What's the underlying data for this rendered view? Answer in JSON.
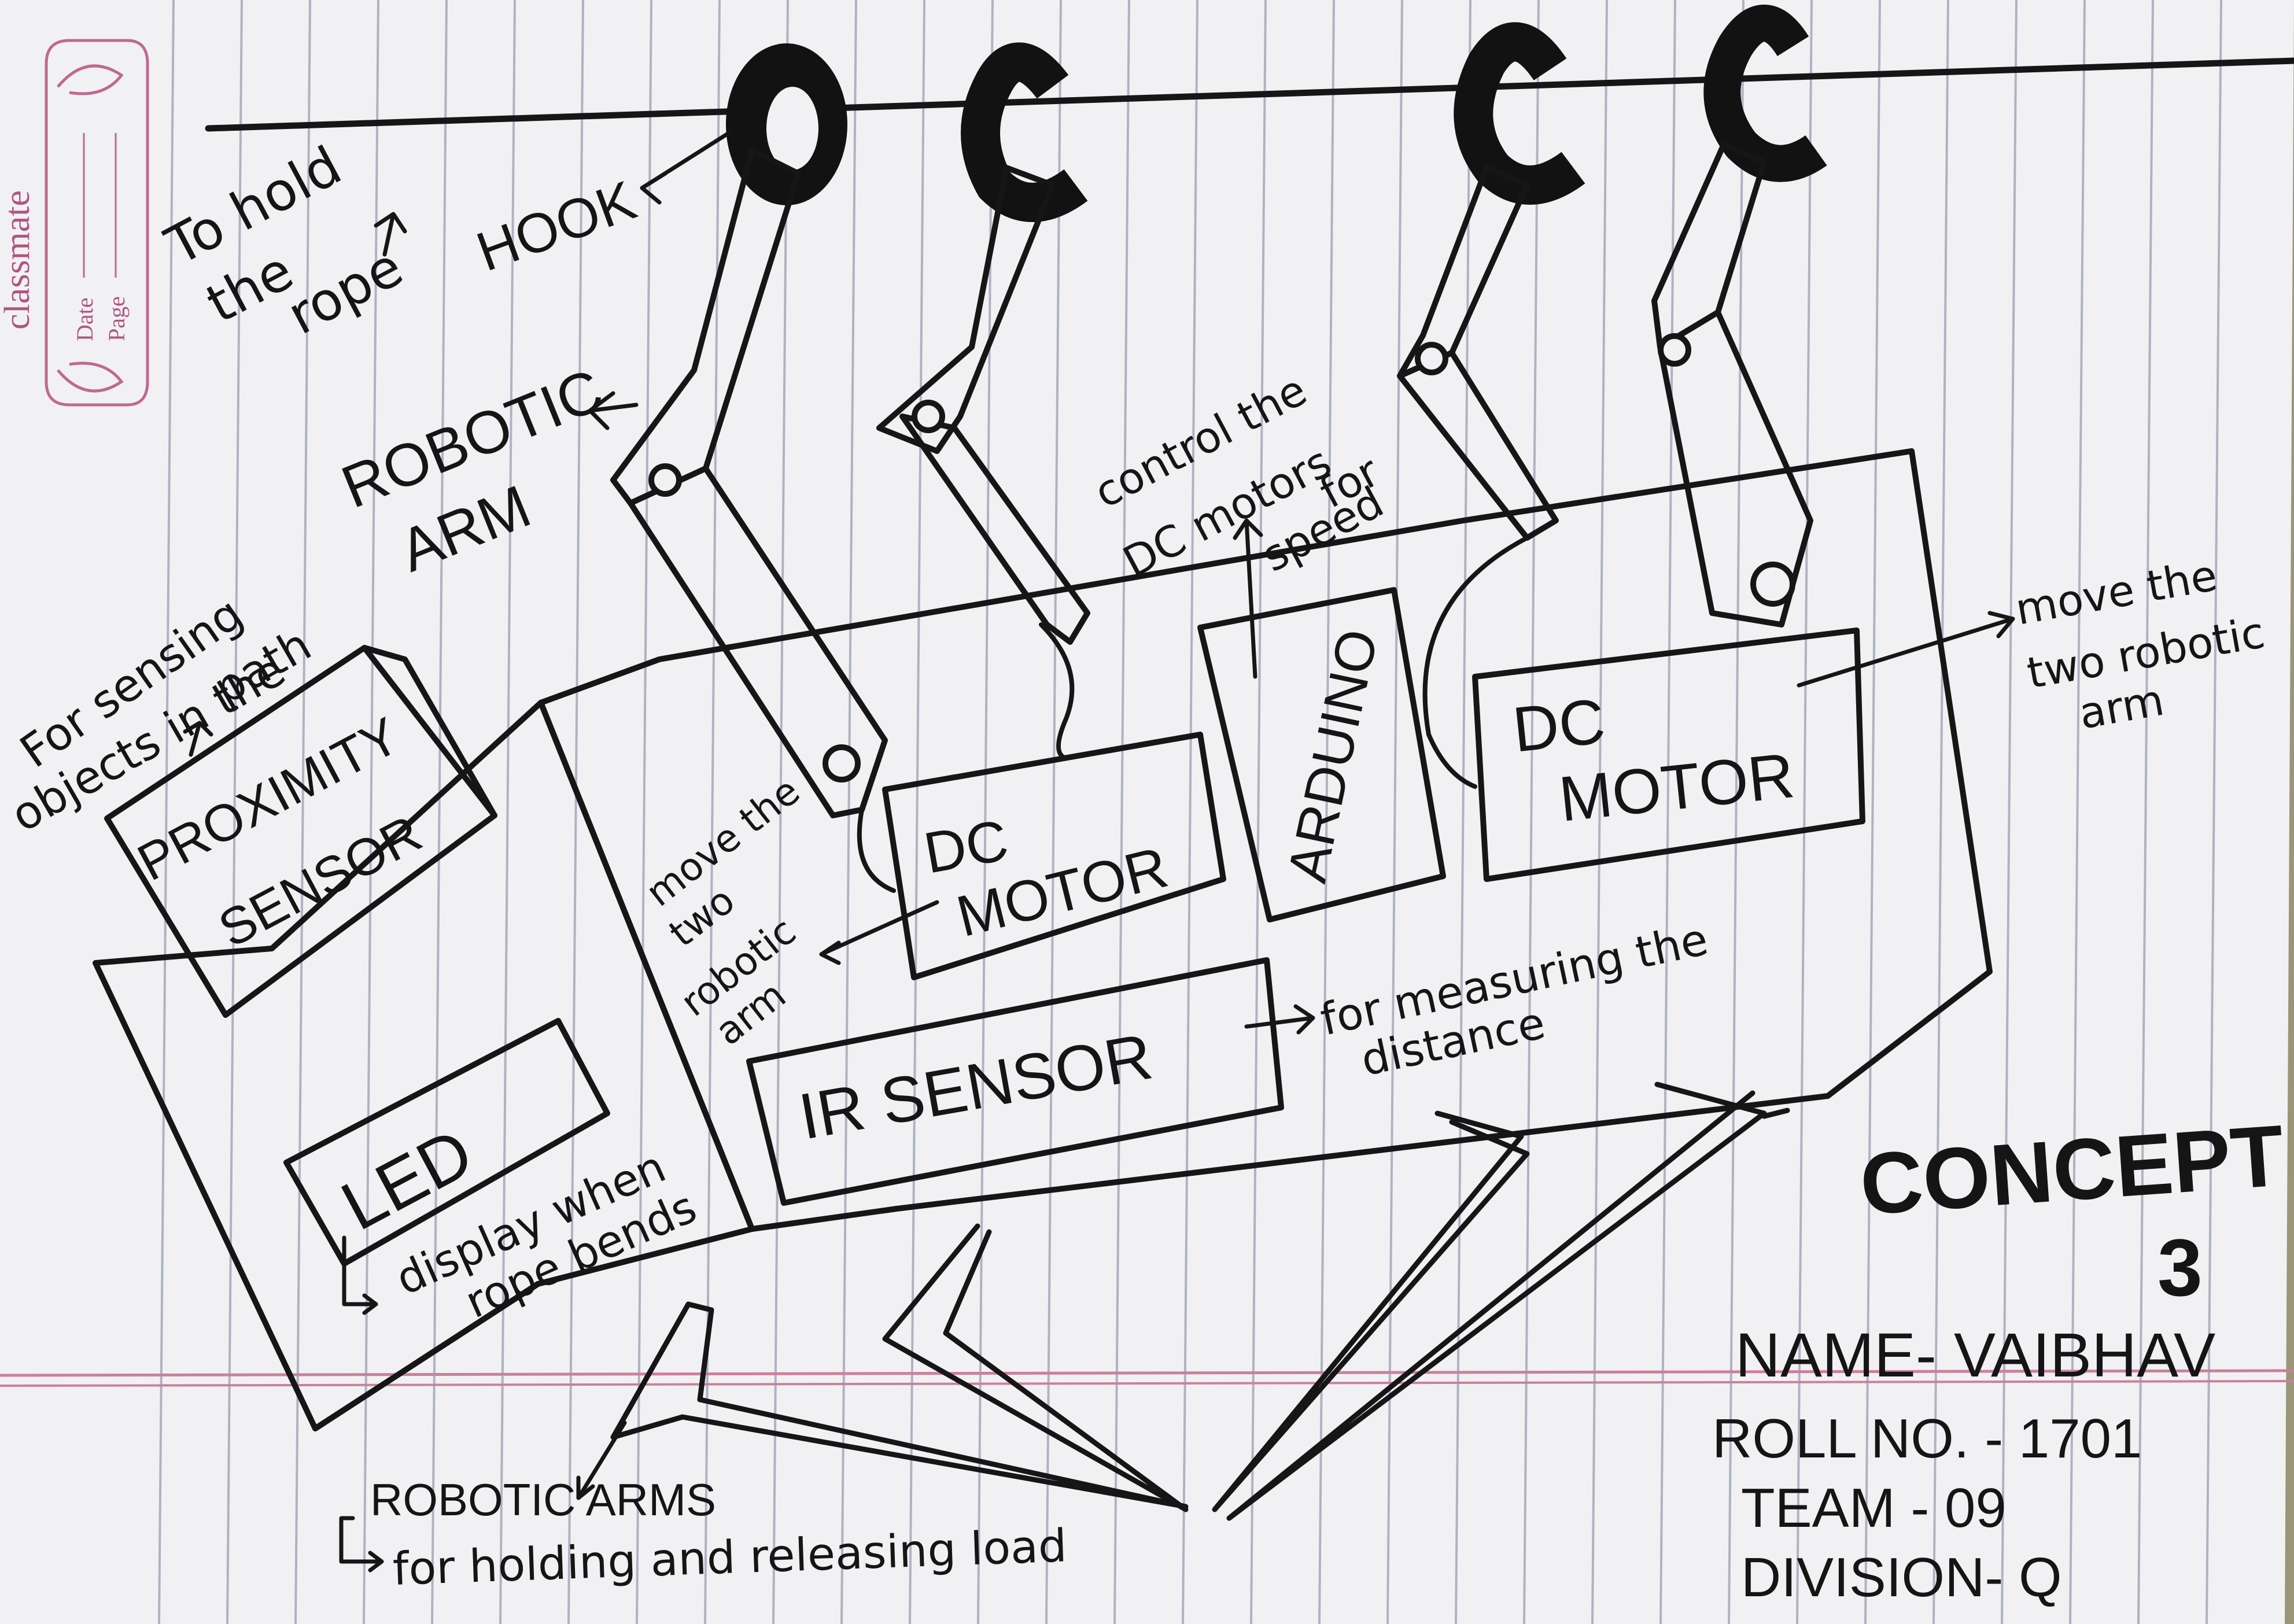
{
  "notebook": {
    "brand": "classmate",
    "date_label": "Date",
    "page_label": "Page"
  },
  "labels": {
    "hold_rope": [
      "To hold",
      "the",
      "rope"
    ],
    "hook": "HOOK",
    "robotic_arm": [
      "ROBOTIC",
      "ARM"
    ],
    "sensing_note": [
      "For sensing",
      "objects in the",
      "path"
    ],
    "proximity_sensor": [
      "PROXIMITY",
      "SENSOR"
    ],
    "control_note": [
      "control the",
      "DC motors",
      "for",
      "speed"
    ],
    "move_arm_left": [
      "move the",
      "two",
      "robotic",
      "arm"
    ],
    "move_arm_right": [
      "move the",
      "two robotic",
      "arm"
    ],
    "dc_motor_left": [
      "DC",
      "MOTOR"
    ],
    "dc_motor_right": [
      "DC",
      "MOTOR"
    ],
    "arduino": "ARDUINO",
    "ir_sensor": "IR SENSOR",
    "ir_note": [
      "for measuring the",
      "distance"
    ],
    "led": "LED",
    "led_note": [
      "display when",
      "rope bends"
    ],
    "bottom_arms": [
      "ROBOTIC ARMS",
      "for holding and releasing load"
    ]
  },
  "info": {
    "concept": "CONCEPT",
    "concept_number": "3",
    "name": "NAME- VAIBHAV",
    "roll": "ROLL NO. - 1701",
    "team": "TEAM - 09",
    "division": "DIVISION- Q"
  },
  "colors": {
    "paper": "#f1f1f3",
    "ruling": "#aeb3c2",
    "margin": "#cc7f9d",
    "brand": "#b0557e",
    "ink": "#161616"
  }
}
